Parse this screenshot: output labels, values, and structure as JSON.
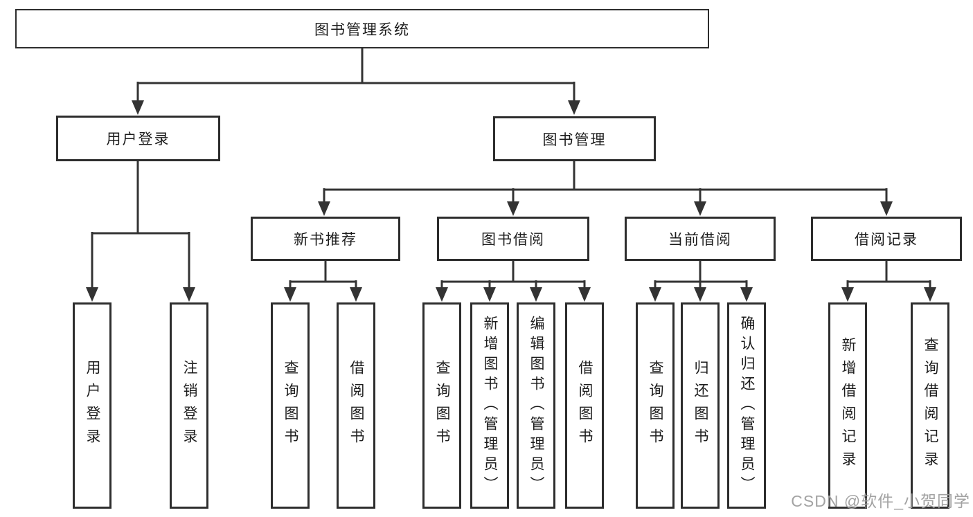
{
  "diagram": {
    "root": {
      "label": "图书管理系统"
    },
    "branches": [
      {
        "label": "用户登录",
        "children": [
          {
            "label": "用户登录"
          },
          {
            "label": "注销登录"
          }
        ]
      },
      {
        "label": "图书管理",
        "children": [
          {
            "label": "新书推荐",
            "children": [
              {
                "label": "查询图书"
              },
              {
                "label": "借阅图书"
              }
            ]
          },
          {
            "label": "图书借阅",
            "children": [
              {
                "label": "查询图书"
              },
              {
                "label": "新增图书（管理员）"
              },
              {
                "label": "编辑图书（管理员）"
              },
              {
                "label": "借阅图书"
              }
            ]
          },
          {
            "label": "当前借阅",
            "children": [
              {
                "label": "查询图书"
              },
              {
                "label": "归还图书"
              },
              {
                "label": "确认归还（管理员）"
              }
            ]
          },
          {
            "label": "借阅记录",
            "children": [
              {
                "label": "新增借阅记录"
              },
              {
                "label": "查询借阅记录"
              }
            ]
          }
        ]
      }
    ]
  },
  "watermark": {
    "text": "CSDN @软件_小贺同学"
  },
  "colors": {
    "line": "#333333",
    "box_border": "#2d2d2d",
    "text": "#1c1c1c",
    "watermark": "#9e9e9e",
    "background": "#ffffff"
  }
}
